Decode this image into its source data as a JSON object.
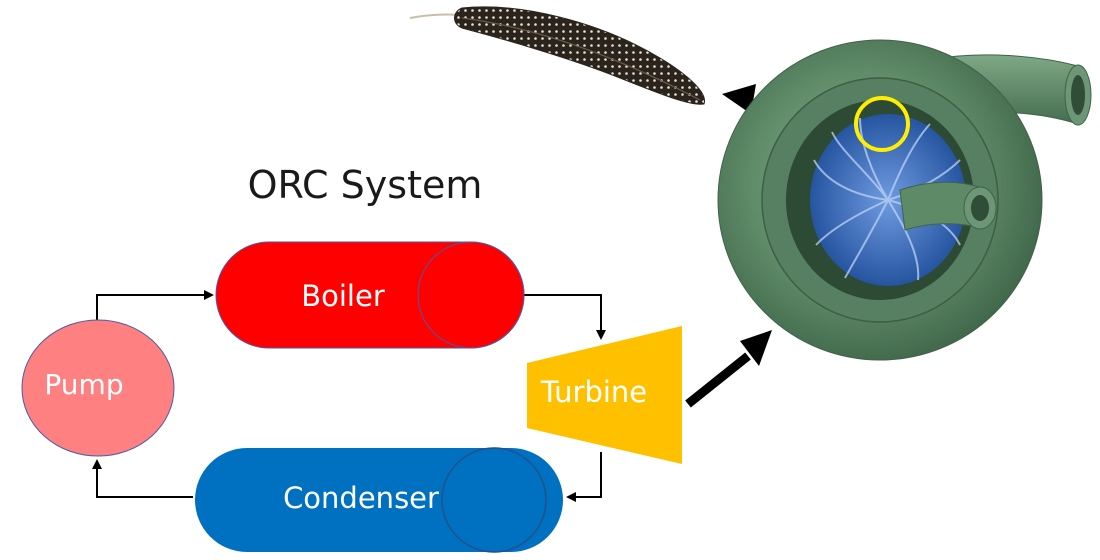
{
  "title": "ORC System",
  "nodes": {
    "boiler": {
      "label": "Boiler",
      "color": "#ff0000"
    },
    "turbine": {
      "label": "Turbine",
      "color": "#ffc000"
    },
    "condenser": {
      "label": "Condenser",
      "color": "#0070c0"
    },
    "pump": {
      "label": "Pump",
      "color": "#ff8080"
    }
  },
  "colors": {
    "node_outline": "#4a5aa8",
    "arrow": "#000000",
    "highlight_circle": "#ffee00",
    "casing": "#5e8a68",
    "impeller": "#2d62b8"
  },
  "icons": {
    "feather": "feather-icon",
    "turbine_render": "turbocharger-icon"
  }
}
